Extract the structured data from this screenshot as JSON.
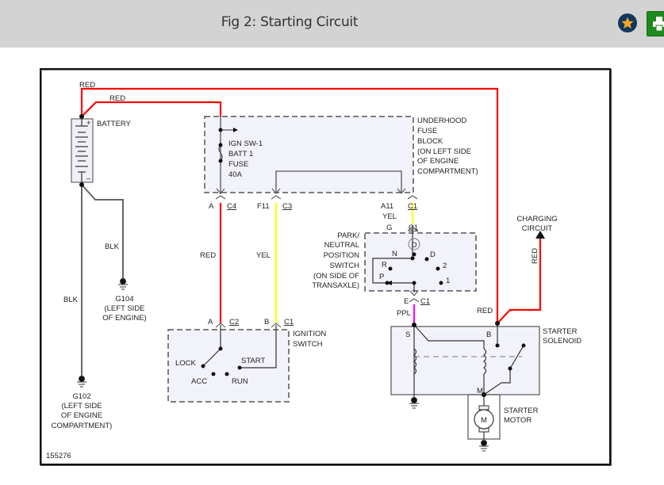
{
  "header": {
    "title": "Fig 2: Starting Circuit",
    "favorite_icon": "star-icon",
    "print_icon": "printer-icon",
    "colors": {
      "header_bg": "#d3d3d3",
      "favorite_bg": "#12365e",
      "favorite_star": "#f5a623",
      "print_bg": "#1e8a1e"
    }
  },
  "diagram": {
    "figure_id": "155276",
    "wire_colors": {
      "RED": "#ff0000",
      "YEL": "#ffff00",
      "PPL": "#ff00ff",
      "BLK": "#666666"
    },
    "battery": {
      "label": "BATTERY",
      "plus": "+",
      "minus": "–"
    },
    "wires": {
      "red_top": "RED",
      "red_fuse": "RED",
      "red_a_c4": "RED",
      "yel_f11": "YEL",
      "yel_a11": "YEL",
      "ppl": "PPL",
      "red_solenoid": "RED",
      "red_charging": "RED",
      "blk_g104": "BLK",
      "blk_g102": "BLK"
    },
    "fuse_block": {
      "label_lines": [
        "UNDERHOOD",
        "FUSE",
        "BLOCK",
        "(ON LEFT SIDE",
        "OF ENGINE",
        "COMPARTMENT)"
      ],
      "fuse_lines": [
        "IGN SW-1",
        "BATT 1",
        "FUSE",
        "40A"
      ]
    },
    "connectors": {
      "a_c4": {
        "pin": "A",
        "conn": "C4"
      },
      "f11_c3": {
        "pin": "F11",
        "conn": "C3"
      },
      "a11_c1": {
        "pin": "A11",
        "conn": "C1"
      },
      "g_c1": {
        "pin": "G",
        "conn": "C1"
      },
      "e_c1": {
        "pin": "E",
        "conn": "C1"
      },
      "a_c2": {
        "pin": "A",
        "conn": "C2"
      },
      "b_c1": {
        "pin": "B",
        "conn": "C1"
      }
    },
    "pn_switch": {
      "label_lines": [
        "PARK/",
        "NEUTRAL",
        "POSITION",
        "SWITCH",
        "(ON SIDE OF",
        "TRANSAXLE)"
      ],
      "positions": {
        "n": "N",
        "r": "R",
        "p": "P",
        "d": "D",
        "two": "2",
        "one": "1",
        "circled": "D"
      }
    },
    "ignition_switch": {
      "label_lines": [
        "IGNITION",
        "SWITCH"
      ],
      "positions": {
        "lock": "LOCK",
        "acc": "ACC",
        "run": "RUN",
        "start": "START"
      }
    },
    "charging": {
      "label_lines": [
        "CHARGING",
        "CIRCUIT"
      ]
    },
    "solenoid": {
      "label_lines": [
        "STARTER",
        "SOLENOID"
      ],
      "s": "S",
      "b": "B",
      "m": "M"
    },
    "motor": {
      "label_lines": [
        "STARTER",
        "MOTOR"
      ],
      "symbol": "M"
    },
    "grounds": {
      "g104": {
        "lines": [
          "G104",
          "(LEFT SIDE",
          "OF ENGINE)"
        ]
      },
      "g102": {
        "lines": [
          "G102",
          "(LEFT SIDE",
          "OF ENGINE",
          "COMPARTMENT)"
        ]
      }
    }
  }
}
